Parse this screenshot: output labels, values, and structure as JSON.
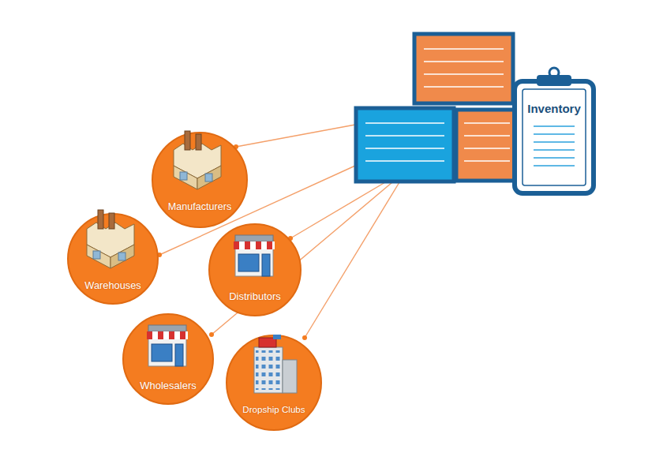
{
  "diagram": {
    "nodes": [
      {
        "text": [
          "Inventory"
        ]
      },
      {
        "text": [
          "Manufacturers"
        ]
      },
      {
        "text": [
          "Warehouses"
        ]
      },
      {
        "text": [
          "Distributors"
        ]
      },
      {
        "text": [
          "Wholesalers"
        ]
      },
      {
        "text": [
          "Dropship Clubs"
        ]
      }
    ]
  }
}
